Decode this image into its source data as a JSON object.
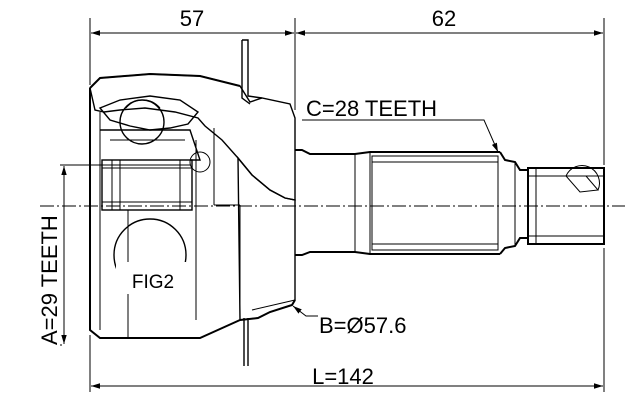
{
  "dimensions": {
    "left_length": "57",
    "right_length": "62",
    "total_length": "L=142",
    "spline_outer": "C=28 TEETH",
    "spline_inner": "A=29 TEETH",
    "seal_diameter": "B=Ø57.6"
  },
  "callouts": {
    "detail_figure": "FIG2"
  }
}
